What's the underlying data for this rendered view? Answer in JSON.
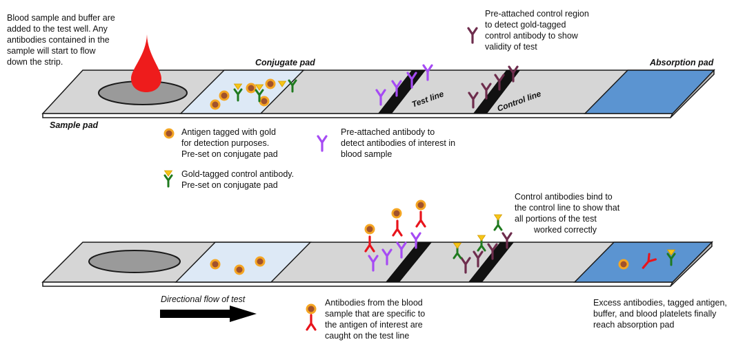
{
  "labels": {
    "sample_pad": "Sample pad",
    "conjugate_pad": "Conjugate pad",
    "absorption_pad": "Absorption pad",
    "test_line": "Test line",
    "control_line": "Control line",
    "directional_flow": "Directional flow of test"
  },
  "notes": {
    "blood_sample": [
      "Blood sample and buffer are",
      "added to the test well. Any",
      "antibodies contained in the",
      "sample will start to flow",
      "down the strip."
    ],
    "control_region": [
      "Pre-attached control region",
      "to detect gold-tagged",
      "control antibody to show",
      "validity of test"
    ],
    "control_bind": [
      "Control antibodies bind to",
      "the control line to show that",
      "all portions of the test",
      "worked correctly"
    ],
    "blood_antibodies": [
      "Antibodies from the blood",
      "sample that are specific to",
      "the antigen of interest are",
      "caught on the test line"
    ],
    "excess": [
      "Excess antibodies, tagged antigen,",
      "buffer, and blood platelets finally",
      "reach absorption pad"
    ]
  },
  "legend": {
    "antigen": [
      "Antigen tagged with gold",
      "for detection purposes.",
      "Pre-set on conjugate pad"
    ],
    "gold_control": [
      "Gold-tagged control antibody.",
      "Pre-set on conjugate pad"
    ],
    "preattached": [
      "Pre-attached antibody to",
      "detect antibodies of interest in",
      "blood sample"
    ]
  },
  "colors": {
    "strip": "#d6d6d6",
    "strip_edge": "#1a1a1a",
    "conjugate_pad": "#dde9f6",
    "absorption_pad": "#5b94d1",
    "blood": "#ee1c1c",
    "well": "#9a9a9a",
    "gold": "#f5a623",
    "antigen_core": "#a0522d",
    "purple_antibody": "#a64bf4",
    "maroon_antibody": "#6e2d4d",
    "green_antibody": "#1f7a1f",
    "red_antibody": "#e8141c"
  }
}
